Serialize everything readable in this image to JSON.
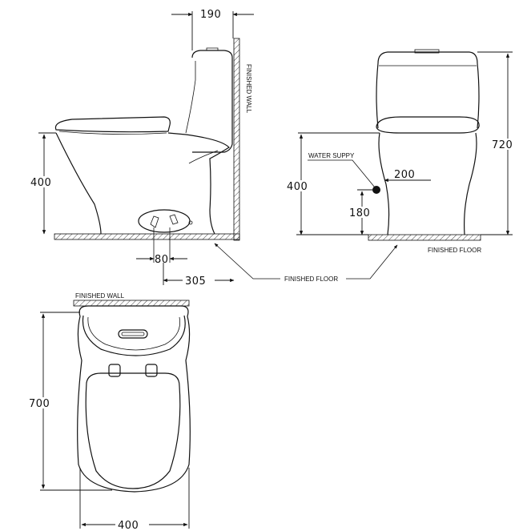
{
  "side_view": {
    "dim_top": "190",
    "dim_height": "400",
    "dim_outlet": "80",
    "dim_rough": "305",
    "wall_label": "FINISHED WALL",
    "floor_label": "FINISHED FLOOR"
  },
  "front_view": {
    "dim_total_height": "720",
    "dim_height": "400",
    "dim_supply_height": "180",
    "dim_supply_offset": "200",
    "water_label": "WATER SUPPY",
    "floor_label": "FINISHED FLOOR"
  },
  "top_view": {
    "wall_label": "FINISHED WALL",
    "dim_length": "700",
    "dim_width": "400"
  }
}
